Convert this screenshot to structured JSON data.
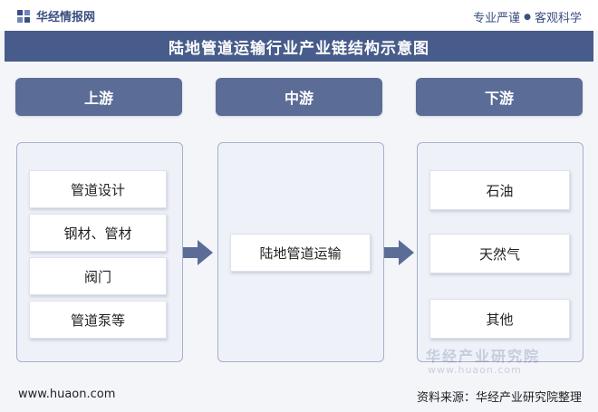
{
  "header": {
    "brand": "华经情报网",
    "slogan_left": "专业严谨",
    "slogan_right": "客观科学"
  },
  "title": "陆地管道运输行业产业链结构示意图",
  "stages": {
    "upstream": {
      "label": "上游",
      "items": [
        "管道设计",
        "钢材、管材",
        "阀门",
        "管道泵等"
      ]
    },
    "midstream": {
      "label": "中游",
      "items": [
        "陆地管道运输"
      ]
    },
    "downstream": {
      "label": "下游",
      "items": [
        "石油",
        "天然气",
        "其他"
      ]
    }
  },
  "watermark": {
    "name": "华经产业研究院",
    "url": "www.huaon.com"
  },
  "footer": {
    "website": "www.huaon.com",
    "source": "资料来源：华经产业研究院整理"
  },
  "colors": {
    "title_bar": "#475c8a",
    "stage_header": "#5b6c97",
    "arrow": "#5b6c97",
    "panel_bg": "#eef1f8",
    "panel_border": "#a6b0c8"
  },
  "icons": {
    "brand": "huajing-logo-icon",
    "flow_arrow": "right-arrow-icon"
  }
}
